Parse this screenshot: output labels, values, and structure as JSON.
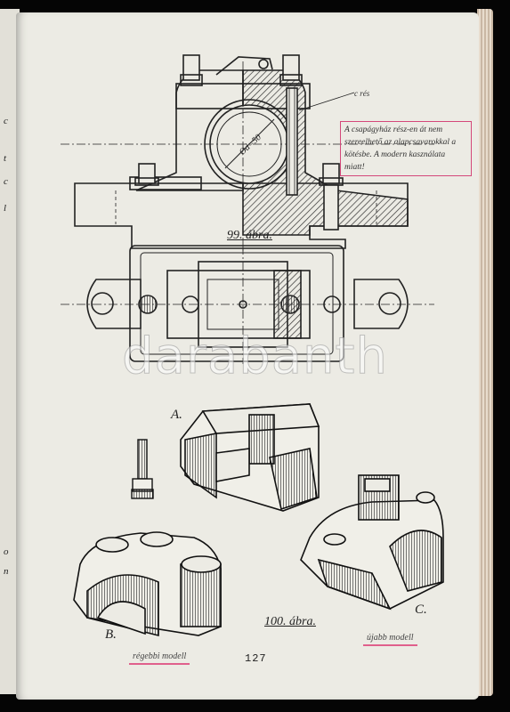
{
  "watermark": "darabanth",
  "page_number": "127",
  "figures": {
    "fig99": "99. ábra.",
    "fig100": "100. ábra.",
    "dimension_label": "Ød=50",
    "c_note": "c rés"
  },
  "part_labels": {
    "a": "A.",
    "b": "B.",
    "c": "C."
  },
  "annotations": {
    "box_text": "A csapágyház rész-en át nem szereelhető az alapcsavarokkal a kötésbe. A modern kasználata miatt!",
    "old_model": "régebbi modell",
    "new_model": "újabb modell"
  },
  "margin_marks": [
    "c",
    "t",
    "c",
    "l",
    "o",
    "n"
  ]
}
